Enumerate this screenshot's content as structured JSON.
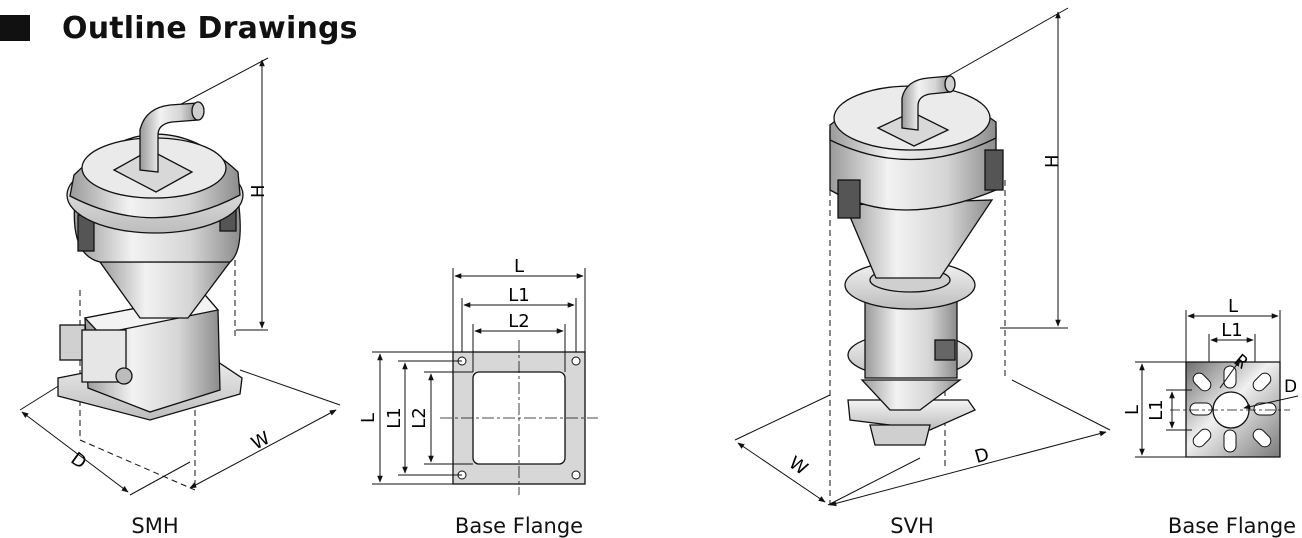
{
  "header": {
    "title": "Outline Drawings"
  },
  "captions": {
    "smh": "SMH",
    "smh_flange": "Base Flange",
    "svh": "SVH",
    "svh_flange": "Base Flange"
  },
  "smh_dims": {
    "h": "H",
    "d": "D",
    "w": "W"
  },
  "smh_flange_dims": {
    "l": "L",
    "l1": "L1",
    "l2": "L2"
  },
  "svh_dims": {
    "h": "H",
    "d": "D",
    "w": "W"
  },
  "svh_flange_dims": {
    "l": "L",
    "l1": "L1",
    "r": "R",
    "d": "D"
  },
  "colors": {
    "ink": "#111111",
    "metal": "#d9d9d9",
    "metal_dark": "#9a9a9a",
    "flange": "#cfcfcf"
  }
}
